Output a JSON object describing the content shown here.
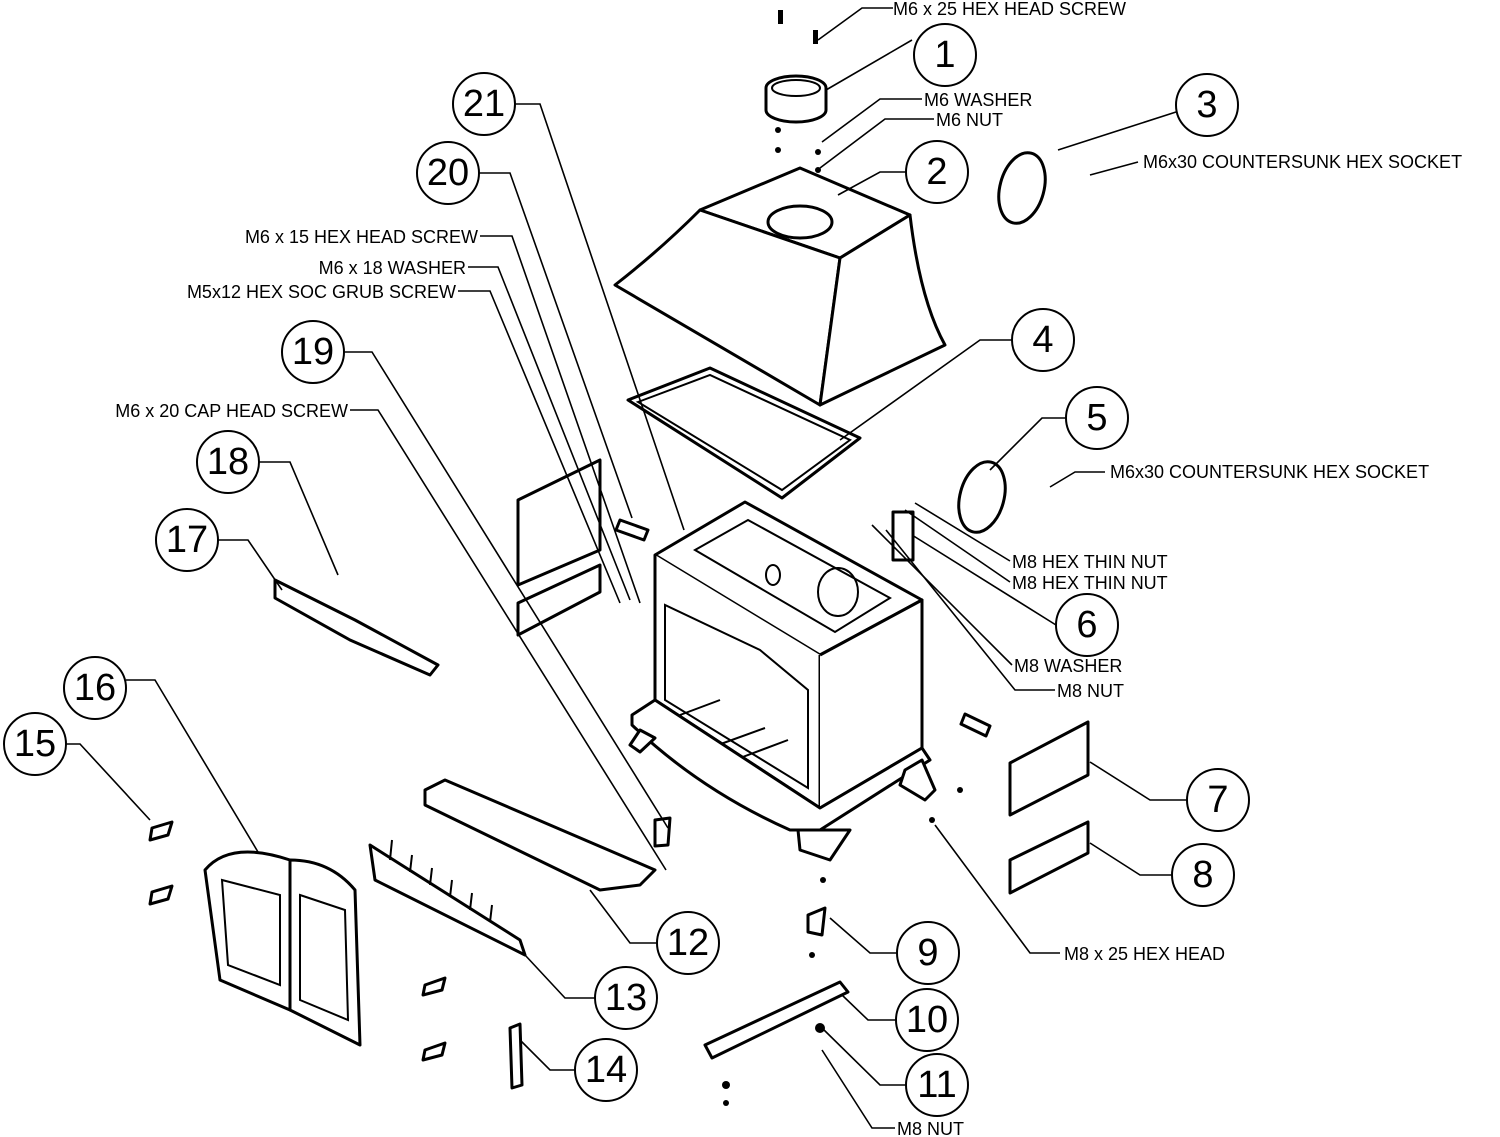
{
  "diagram": {
    "callouts": [
      "1",
      "2",
      "3",
      "4",
      "5",
      "6",
      "7",
      "8",
      "9",
      "10",
      "11",
      "12",
      "13",
      "14",
      "15",
      "16",
      "17",
      "18",
      "19",
      "20",
      "21"
    ],
    "labels": {
      "m6x25_hex_head_screw": "M6 x 25 HEX HEAD SCREW",
      "m6_washer": "M6 WASHER",
      "m6_nut": "M6 NUT",
      "m6x30_countersunk_top": "M6x30 COUNTERSUNK HEX SOCKET",
      "m6x15_hex_head_screw": "M6 x 15 HEX HEAD SCREW",
      "m6x18_washer": "M6 x 18 WASHER",
      "m5x12_grub_screw": "M5x12 HEX SOC GRUB SCREW",
      "m6x20_cap_head_screw": "M6 x 20 CAP HEAD SCREW",
      "m6x30_countersunk_side": "M6x30 COUNTERSUNK HEX SOCKET",
      "m8_hex_thin_nut_1": "M8 HEX THIN NUT",
      "m8_hex_thin_nut_2": "M8 HEX THIN NUT",
      "m8_washer": "M8 WASHER",
      "m8_nut_side": "M8 NUT",
      "m8x25_hex_head": "M8 x 25 HEX HEAD",
      "m8_nut_bottom": "M8 NUT"
    }
  }
}
